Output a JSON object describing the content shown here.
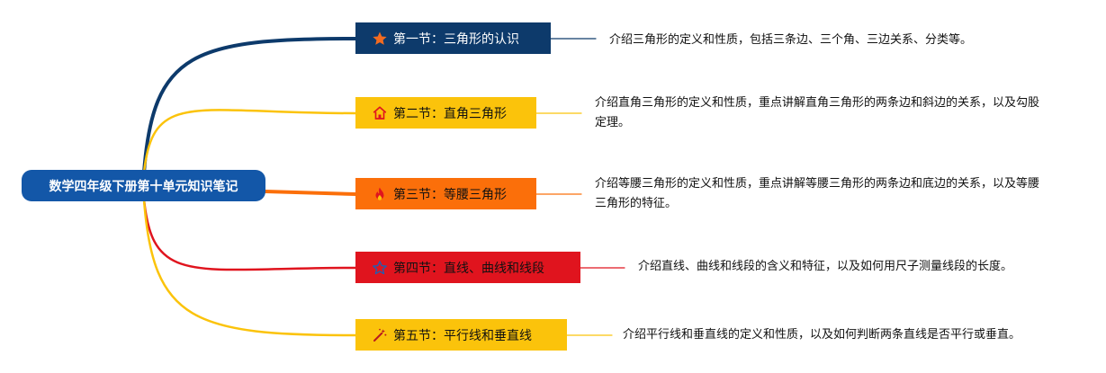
{
  "root": {
    "title": "数学四年级下册第十单元知识笔记"
  },
  "sections": [
    {
      "label": "第一节：三角形的认识",
      "icon": "star-icon",
      "color": "#0d3a6b",
      "text_color": "#ffffff",
      "description": "介绍三角形的定义和性质，包括三条边、三个角、三边关系、分类等。"
    },
    {
      "label": "第二节：直角三角形",
      "icon": "home-icon",
      "color": "#fbc30b",
      "text_color": "#111111",
      "description": "介绍直角三角形的定义和性质，重点讲解直角三角形的两条边和斜边的关系，以及勾股定理。"
    },
    {
      "label": "第三节：等腰三角形",
      "icon": "fire-icon",
      "color": "#fb6f0a",
      "text_color": "#111111",
      "description": "介绍等腰三角形的定义和性质，重点讲解等腰三角形的两条边和底边的关系，以及等腰三角形的特征。"
    },
    {
      "label": "第四节：直线、曲线和线段",
      "icon": "star-outline-icon",
      "color": "#e0141e",
      "text_color": "#111111",
      "description": "介绍直线、曲线和线段的含义和特征，以及如何用尺子测量线段的长度。"
    },
    {
      "label": "第五节：平行线和垂直线",
      "icon": "magic-wand-icon",
      "color": "#fbc30b",
      "text_color": "#111111",
      "description": "介绍平行线和垂直线的定义和性质，以及如何判断两条直线是否平行或垂直。"
    }
  ]
}
